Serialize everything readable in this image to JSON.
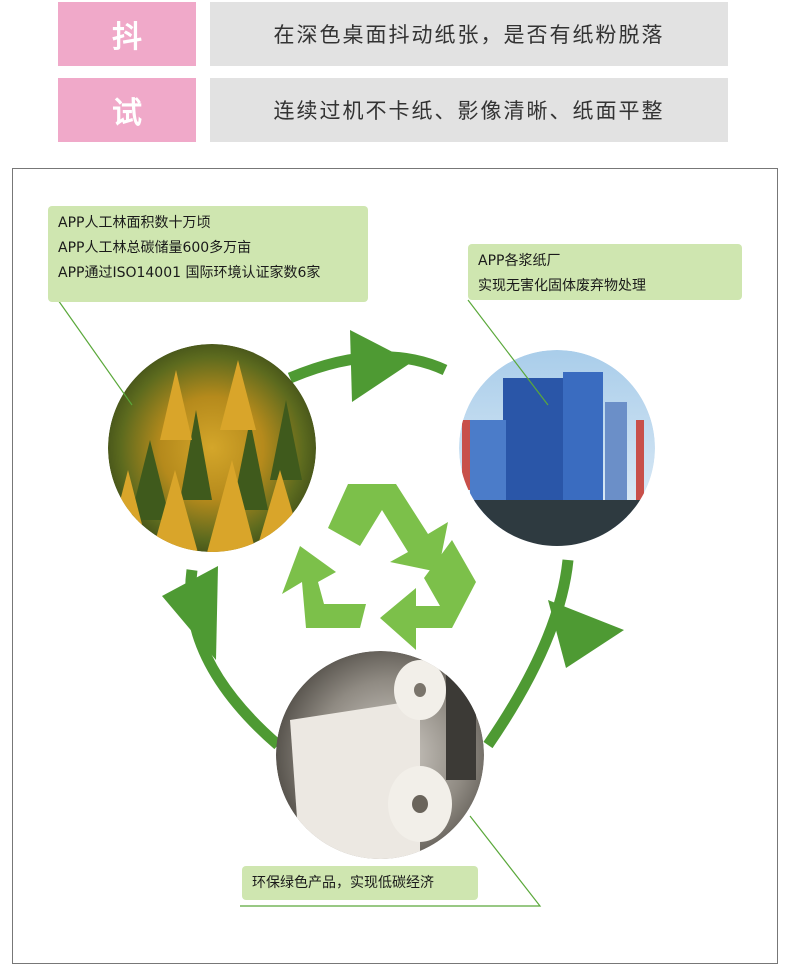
{
  "rows": [
    {
      "tag": "抖",
      "text": "在深色桌面抖动纸张，是否有纸粉脱落"
    },
    {
      "tag": "试",
      "text": "连续过机不卡纸、影像清晰、纸面平整"
    }
  ],
  "callouts": {
    "forest": [
      "APP人工林面积数十万顷",
      "APP人工林总碳储量600多万亩",
      "APP通过ISO14001 国际环境认证家数6家"
    ],
    "factory": [
      "APP各浆纸厂",
      "实现无害化固体废弃物处理"
    ],
    "product": [
      "环保绿色产品，实现低碳经济"
    ]
  },
  "colors": {
    "tag_pink": "#f0a9c9",
    "desc_gray": "#e2e2e2",
    "callout_green": "#cfe6b0",
    "arrow_green": "#4e9a33",
    "recycle_green": "#7cc04a"
  },
  "icons": [
    "recycle-icon",
    "cycle-arrow-icon"
  ],
  "images": [
    "forest-photo",
    "factory-photo",
    "paper-roll-photo"
  ]
}
